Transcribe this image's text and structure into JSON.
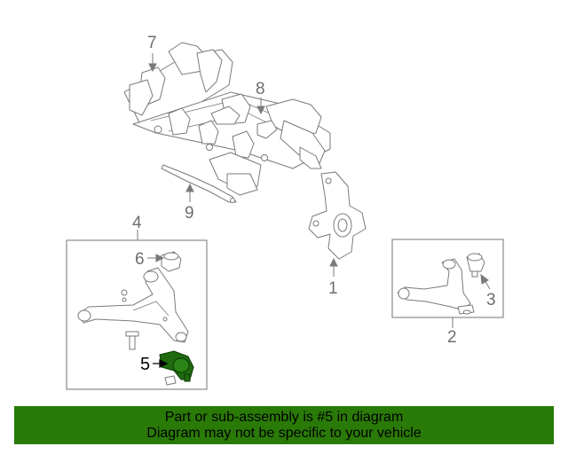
{
  "callouts": {
    "c1": "1",
    "c2": "2",
    "c3": "3",
    "c4": "4",
    "c5": "5",
    "c6": "6",
    "c7": "7",
    "c8": "8",
    "c9": "9"
  },
  "highlighted_part": "5",
  "banner": {
    "line1": "Part or sub-assembly is #5 in diagram",
    "line2": "Diagram may not be specific to your vehicle",
    "background": "#2a7a07"
  },
  "colors": {
    "highlight_part": "#1e6b0f",
    "line_art": "#7a7a7a"
  }
}
